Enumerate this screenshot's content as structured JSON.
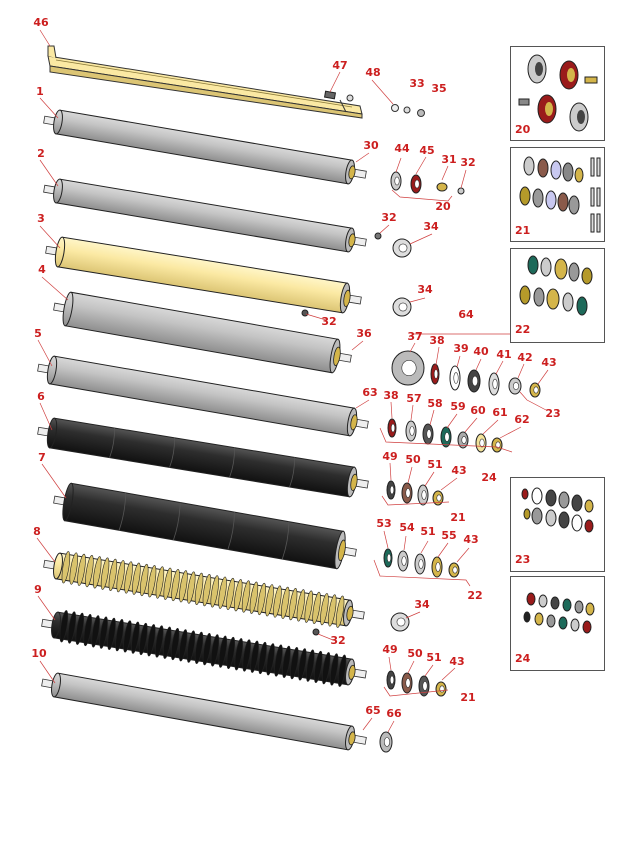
{
  "colors": {
    "label": "#cc1f1f",
    "roller_gray": "#b8b8b8",
    "roller_yellow": "#fbe9a3",
    "roller_black": "#2a2a2a",
    "brass": "#d4b54a",
    "bearing_red": "#9a1b1b",
    "seal_green": "#1d6a5a"
  },
  "labels": [
    {
      "id": "l46",
      "text": "46"
    },
    {
      "id": "l47",
      "text": "47"
    },
    {
      "id": "l48",
      "text": "48"
    },
    {
      "id": "l33",
      "text": "33"
    },
    {
      "id": "l35",
      "text": "35"
    },
    {
      "id": "l1",
      "text": "1"
    },
    {
      "id": "l30",
      "text": "30"
    },
    {
      "id": "l44",
      "text": "44"
    },
    {
      "id": "l45",
      "text": "45"
    },
    {
      "id": "l31",
      "text": "31"
    },
    {
      "id": "l32a",
      "text": "32"
    },
    {
      "id": "l2",
      "text": "2"
    },
    {
      "id": "l20b",
      "text": "20"
    },
    {
      "id": "l32b",
      "text": "32"
    },
    {
      "id": "l34a",
      "text": "34"
    },
    {
      "id": "l3",
      "text": "3"
    },
    {
      "id": "l4",
      "text": "4"
    },
    {
      "id": "l34b",
      "text": "34"
    },
    {
      "id": "l32c",
      "text": "32"
    },
    {
      "id": "l64",
      "text": "64"
    },
    {
      "id": "l5",
      "text": "5"
    },
    {
      "id": "l36",
      "text": "36"
    },
    {
      "id": "l37",
      "text": "37"
    },
    {
      "id": "l38a",
      "text": "38"
    },
    {
      "id": "l39",
      "text": "39"
    },
    {
      "id": "l40",
      "text": "40"
    },
    {
      "id": "l41",
      "text": "41"
    },
    {
      "id": "l42",
      "text": "42"
    },
    {
      "id": "l43a",
      "text": "43"
    },
    {
      "id": "l63",
      "text": "63"
    },
    {
      "id": "l23a",
      "text": "23"
    },
    {
      "id": "l6",
      "text": "6"
    },
    {
      "id": "l38b",
      "text": "38"
    },
    {
      "id": "l57",
      "text": "57"
    },
    {
      "id": "l58",
      "text": "58"
    },
    {
      "id": "l59",
      "text": "59"
    },
    {
      "id": "l60",
      "text": "60"
    },
    {
      "id": "l61",
      "text": "61"
    },
    {
      "id": "l62",
      "text": "62"
    },
    {
      "id": "l24a",
      "text": "24"
    },
    {
      "id": "l49a",
      "text": "49"
    },
    {
      "id": "l50a",
      "text": "50"
    },
    {
      "id": "l51a",
      "text": "51"
    },
    {
      "id": "l43b",
      "text": "43"
    },
    {
      "id": "l7",
      "text": "7"
    },
    {
      "id": "l21a",
      "text": "21"
    },
    {
      "id": "l8",
      "text": "8"
    },
    {
      "id": "l53",
      "text": "53"
    },
    {
      "id": "l54",
      "text": "54"
    },
    {
      "id": "l51b",
      "text": "51"
    },
    {
      "id": "l55",
      "text": "55"
    },
    {
      "id": "l43c",
      "text": "43"
    },
    {
      "id": "l22a",
      "text": "22"
    },
    {
      "id": "l9",
      "text": "9"
    },
    {
      "id": "l34c",
      "text": "34"
    },
    {
      "id": "l32d",
      "text": "32"
    },
    {
      "id": "l10",
      "text": "10"
    },
    {
      "id": "l49b",
      "text": "49"
    },
    {
      "id": "l50b",
      "text": "50"
    },
    {
      "id": "l51c",
      "text": "51"
    },
    {
      "id": "l43d",
      "text": "43"
    },
    {
      "id": "l21b",
      "text": "21"
    },
    {
      "id": "l65",
      "text": "65"
    },
    {
      "id": "l66",
      "text": "66"
    }
  ],
  "kits": [
    {
      "id": "kit20",
      "text": "20"
    },
    {
      "id": "kit21",
      "text": "21"
    },
    {
      "id": "kit22",
      "text": "22"
    },
    {
      "id": "kit23",
      "text": "23"
    },
    {
      "id": "kit24",
      "text": "24"
    }
  ]
}
